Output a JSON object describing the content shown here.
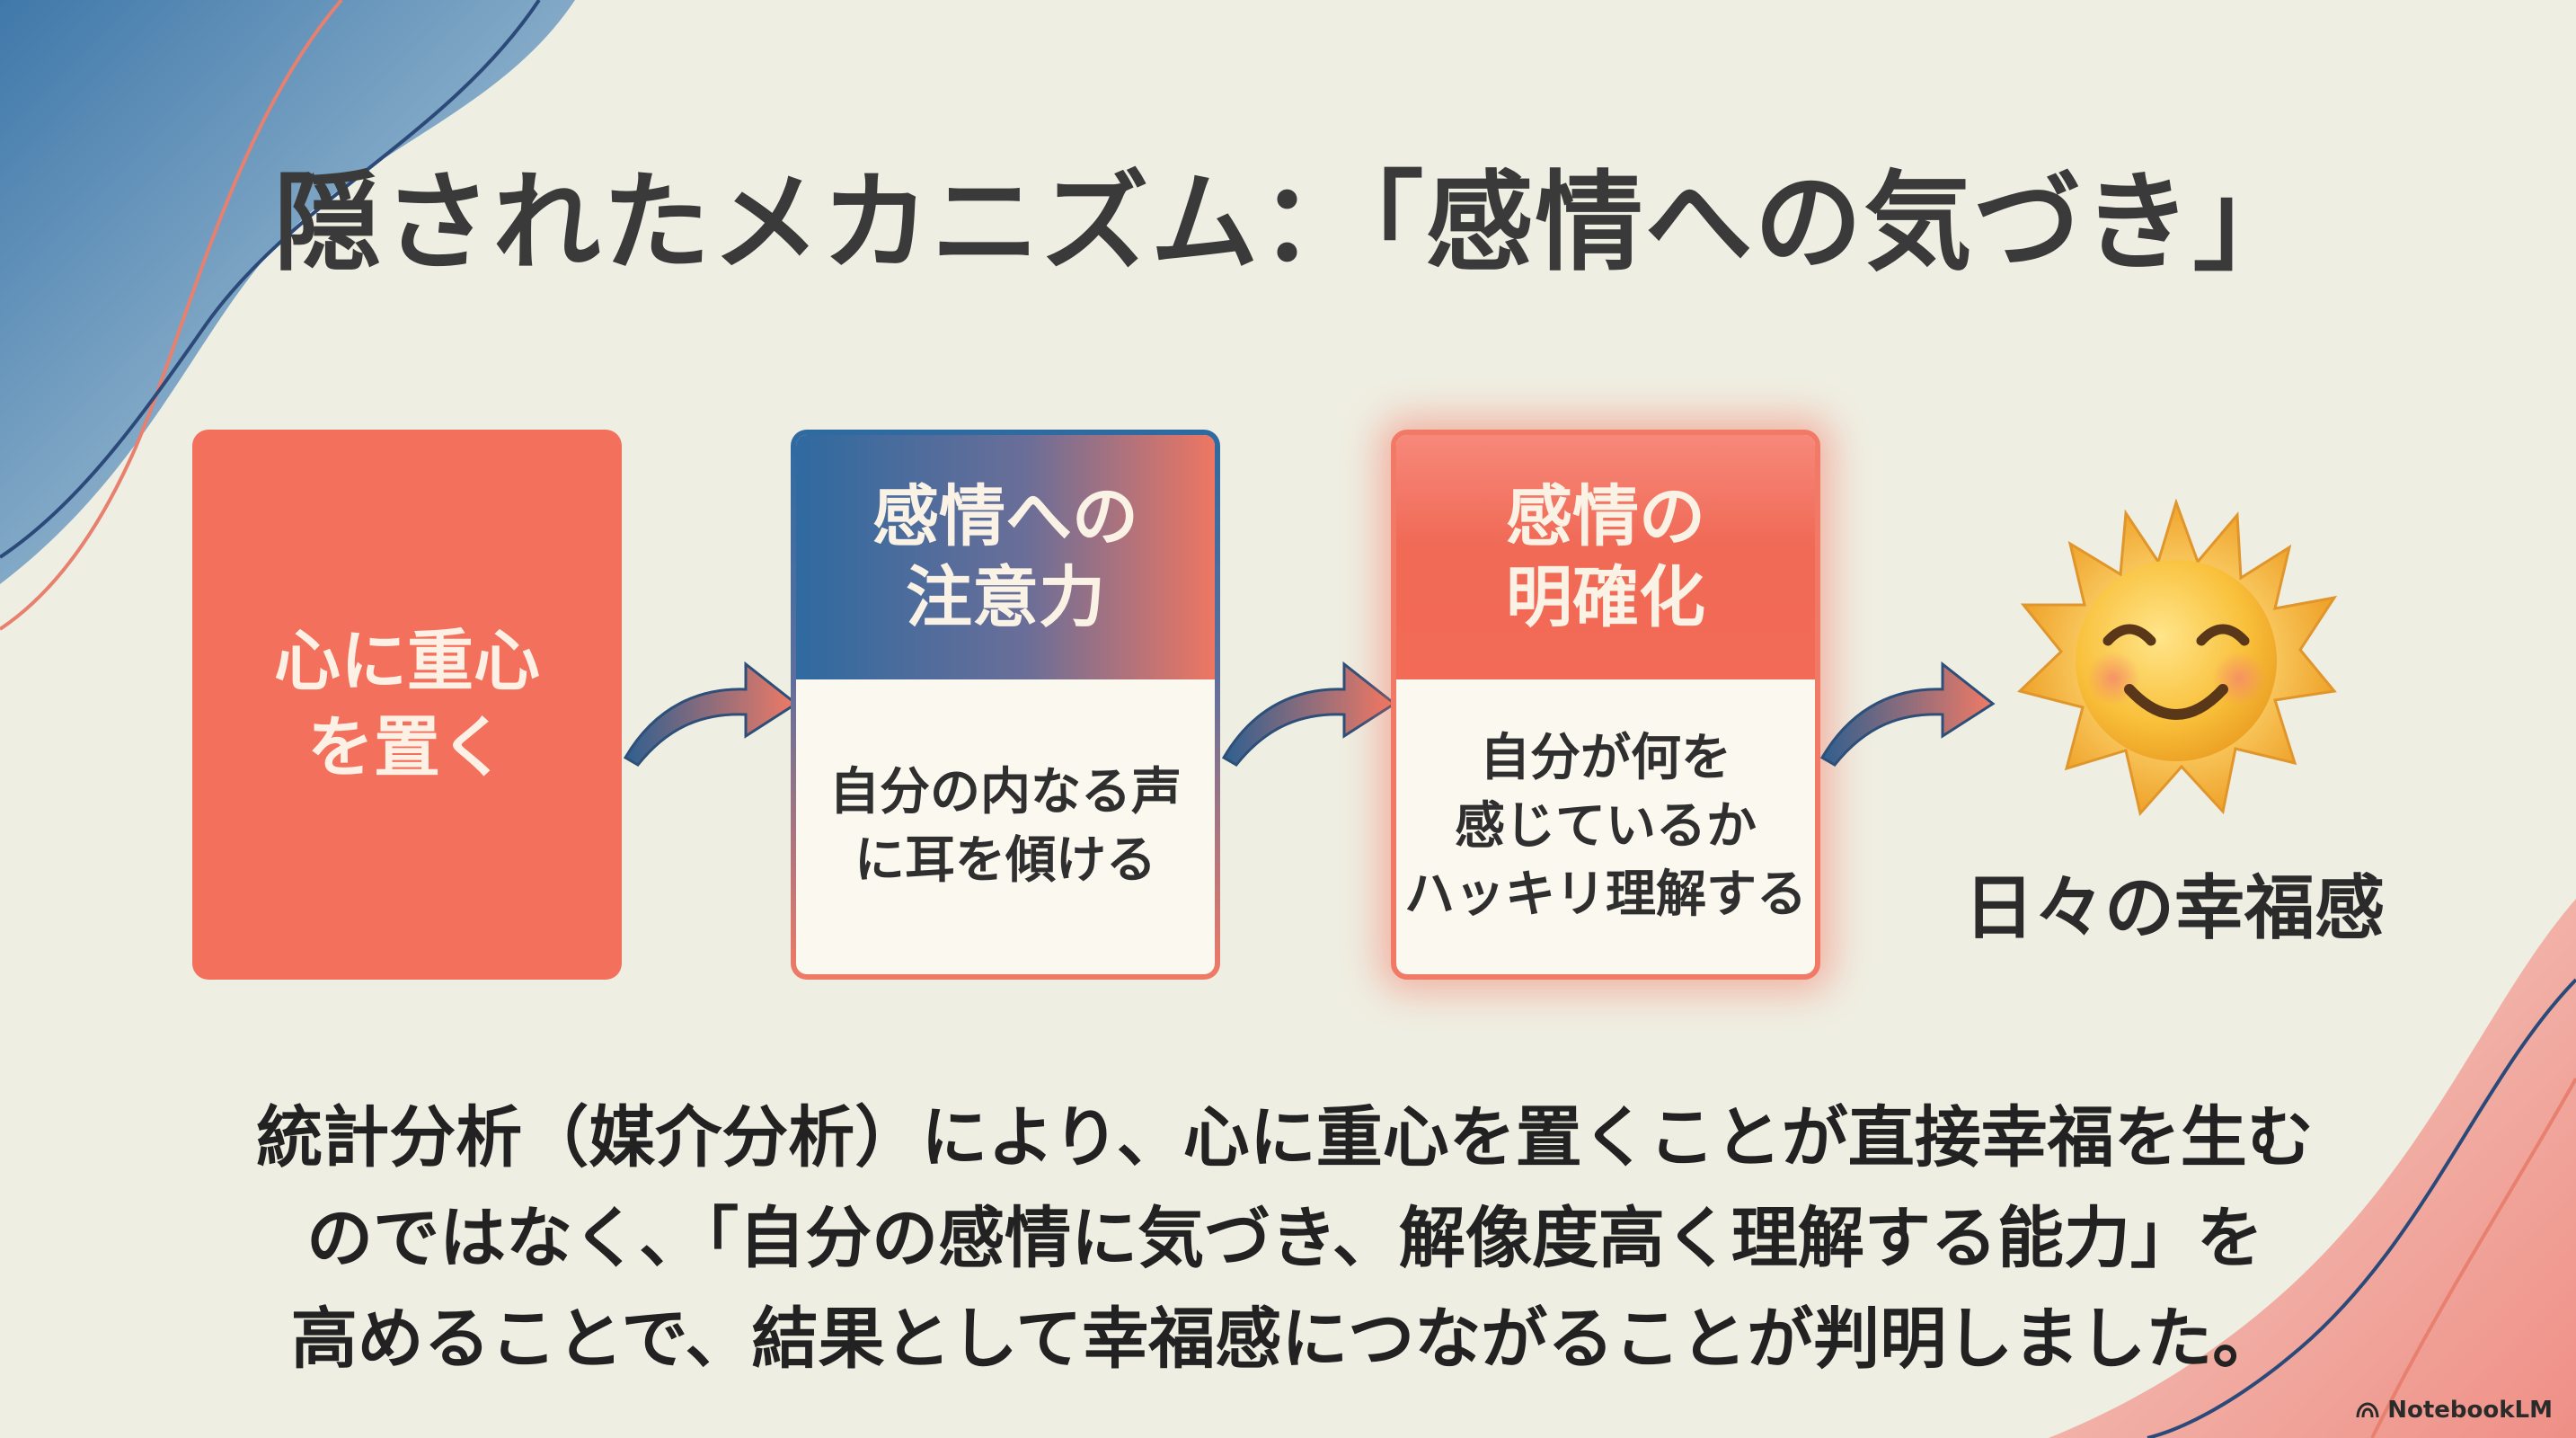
{
  "title": "隠されたメカニズム：「感情への気づき」",
  "flow": {
    "step1": {
      "label": "心に重心\nを置く"
    },
    "step2": {
      "head": "感情への\n注意力",
      "body": "自分の内なる声\nに耳を傾ける"
    },
    "step3": {
      "head": "感情の\n明確化",
      "body": "自分が何を\n感じているか\nハッキリ理解する"
    },
    "result": {
      "label": "日々の幸福感",
      "icon": "smiling-sun-icon"
    }
  },
  "summary": {
    "line1": "統計分析（媒介分析）により、心に重心を置くことが直接幸福を生む",
    "line2": "のではなく、「自分の感情に気づき、解像度高く理解する能力」を",
    "line3": "高めることで、結果として幸福感につながることが判明しました。"
  },
  "watermark": "NotebookLM",
  "colors": {
    "background": "#efeee2",
    "coral": "#f3705c",
    "blue": "#2f6aa0",
    "text": "#2d2d2d"
  }
}
